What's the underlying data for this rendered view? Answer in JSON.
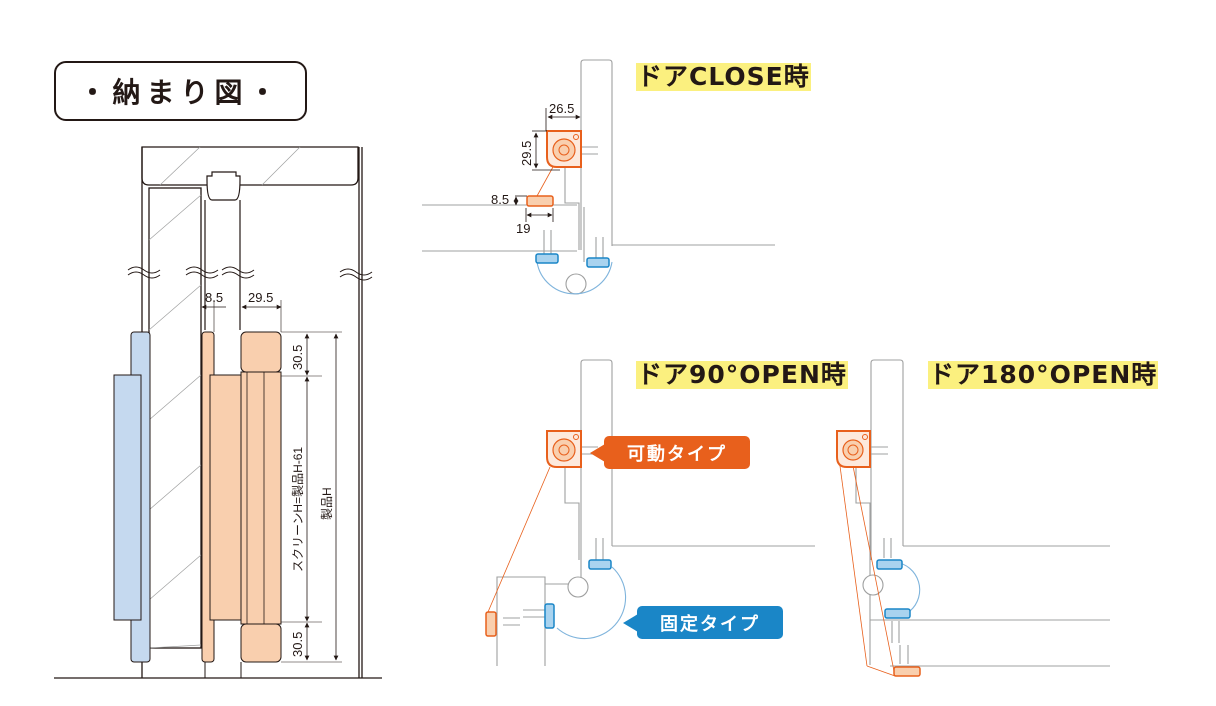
{
  "title": "・納まり図・",
  "colors": {
    "orange": "#e8601c",
    "orange_fill": "#f9cfae",
    "blue": "#1a86c7",
    "blue_fill": "#c5d9ef",
    "highlight": "#fbf07f",
    "line_gray": "#9fa0a0",
    "ink": "#231815"
  },
  "left_section": {
    "dim_top_left": "8.5",
    "dim_top_right": "29.5",
    "dim_upper": "30.5",
    "dim_lower": "30.5",
    "screen_height_label": "スクリーンH=製品H-61",
    "product_height_label": "製品H"
  },
  "door_close": {
    "heading": "ドアCLOSE時",
    "dim_width": "26.5",
    "dim_height": "29.5",
    "dim_rail_thickness": "8.5",
    "dim_rail_width": "19"
  },
  "door_90": {
    "heading": "ドア90°OPEN時",
    "callout_movable": "可動タイプ",
    "callout_fixed": "固定タイプ"
  },
  "door_180": {
    "heading": "ドア180°OPEN時"
  }
}
